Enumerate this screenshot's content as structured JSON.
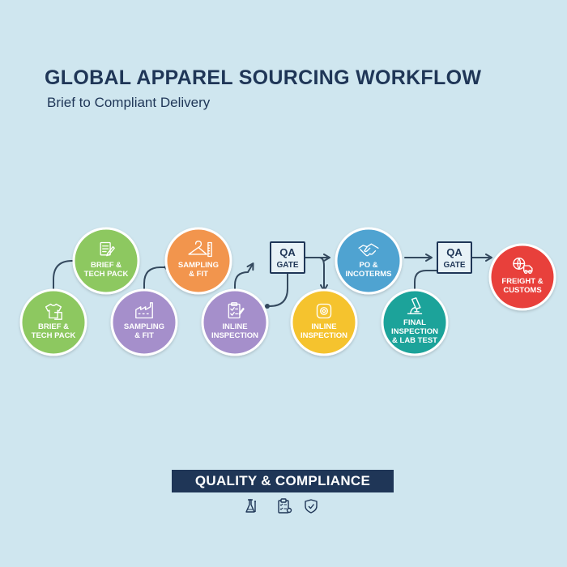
{
  "title": "GLOBAL APPAREL SOURCING WORKFLOW",
  "subtitle": "Brief to Compliant Delivery",
  "nodes": [
    {
      "id": "brief-top",
      "lines": [
        "BRIEF &",
        "TECH PACK"
      ],
      "color": "#8dc860",
      "icon": "document-pencil-icon"
    },
    {
      "id": "brief-bottom",
      "lines": [
        "BRIEF &",
        "TECH PACK"
      ],
      "color": "#8dc860",
      "icon": "garment-icon"
    },
    {
      "id": "sampling-top",
      "lines": [
        "SAMPLING",
        "& FIT"
      ],
      "color": "#f2954e",
      "icon": "hanger-ruler-icon"
    },
    {
      "id": "sampling-bottom",
      "lines": [
        "SAMPLING",
        "& FIT"
      ],
      "color": "#a58fcb",
      "icon": "factory-icon"
    },
    {
      "id": "inline-purple",
      "lines": [
        "INLINE",
        "INSPECTION"
      ],
      "color": "#a58fcb",
      "icon": "clipboard-check-icon"
    },
    {
      "id": "po-incoterms",
      "lines": [
        "PO &",
        "INCOTERMS"
      ],
      "color": "#4fa3d1",
      "icon": "handshake-icon"
    },
    {
      "id": "inline-yellow",
      "lines": [
        "INLINE",
        "INSPECTION"
      ],
      "color": "#f5c32e",
      "icon": "magnifier-icon"
    },
    {
      "id": "final-inspection",
      "lines": [
        "FINAL",
        "INSPECTION",
        "& LAB TEST"
      ],
      "color": "#1fa39a",
      "icon": "microscope-icon"
    },
    {
      "id": "freight-customs",
      "lines": [
        "FREIGHT &",
        "CUSTOMS"
      ],
      "color": "#e8413b",
      "icon": "globe-truck-icon"
    }
  ],
  "gates": [
    {
      "id": "qa-gate-1",
      "lines": [
        "QA",
        "GATE"
      ]
    },
    {
      "id": "qa-gate-2",
      "lines": [
        "QA",
        "GATE"
      ]
    }
  ],
  "banner": "QUALITY & COMPLIANCE",
  "legend_icons": [
    "flask-icon",
    "clipboard-list-icon",
    "shield-check-icon"
  ],
  "colors": {
    "background": "#cfe6ef",
    "navy": "#1f3657",
    "connector": "#34495e"
  }
}
